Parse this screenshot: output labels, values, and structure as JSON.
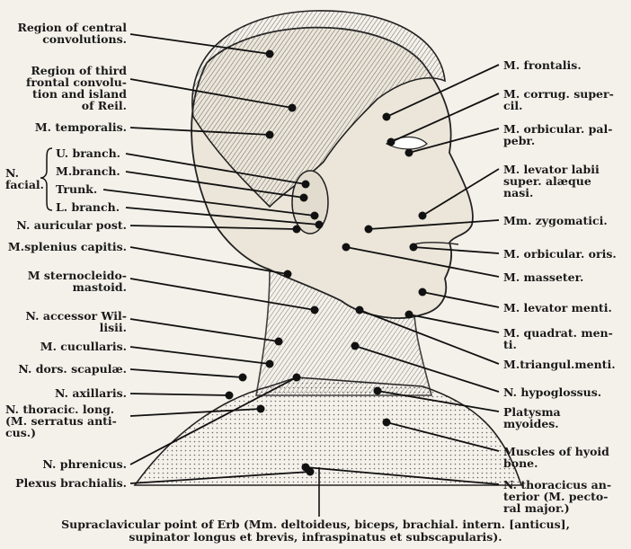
{
  "labels_left": [
    {
      "id": "central-convolutions",
      "text": "Region of central\nconvolutions."
    },
    {
      "id": "third-frontal",
      "text": "Region of third\nfrontal convolu-\ntion and island\nof Reil."
    },
    {
      "id": "temporalis",
      "text": "M. temporalis."
    },
    {
      "id": "facial-u-branch",
      "text": "U. branch."
    },
    {
      "id": "facial-m-branch",
      "text": "M.branch."
    },
    {
      "id": "facial-trunk",
      "text": "Trunk."
    },
    {
      "id": "facial-l-branch",
      "text": "L. branch."
    },
    {
      "id": "auricular-post",
      "text": "N. auricular post."
    },
    {
      "id": "splenius-capitis",
      "text": "M.splenius capitis."
    },
    {
      "id": "sternocleidomastoid",
      "text": "M sternocleido-\nmastoid."
    },
    {
      "id": "accessor-willisii",
      "text": "N. accessor Wil-\nlisii."
    },
    {
      "id": "cucullaris",
      "text": "M. cucullaris."
    },
    {
      "id": "dors-scapulae",
      "text": "N. dors. scapulæ."
    },
    {
      "id": "axillaris",
      "text": "N. axillaris."
    },
    {
      "id": "thoracic-long",
      "text": "N. thoracic. long.\n(M. serratus anti-\ncus.)"
    },
    {
      "id": "phrenicus",
      "text": "N. phrenicus."
    },
    {
      "id": "plexus-brachialis",
      "text": "Plexus brachialis."
    }
  ],
  "facial_group_label": "N.\nfacial.",
  "labels_right": [
    {
      "id": "frontalis",
      "text": "M. frontalis."
    },
    {
      "id": "corrug-supercil",
      "text": "M. corrug. super-\ncil."
    },
    {
      "id": "orbicular-palpebr",
      "text": "M. orbicular. pal-\npebr."
    },
    {
      "id": "levator-labii",
      "text": "M. levator labii\nsuper. alæque\nnasi."
    },
    {
      "id": "zygomatici",
      "text": "Mm. zygomatici."
    },
    {
      "id": "orbicular-oris",
      "text": "M. orbicular. oris."
    },
    {
      "id": "masseter",
      "text": "M. masseter."
    },
    {
      "id": "levator-menti",
      "text": "M. levator menti."
    },
    {
      "id": "quadrat-menti",
      "text": "M. quadrat. men-\nti."
    },
    {
      "id": "triangul-menti",
      "text": "M.triangul.menti."
    },
    {
      "id": "hypoglossus",
      "text": "N. hypoglossus."
    },
    {
      "id": "platysma",
      "text": "Platysma\nmyoides."
    },
    {
      "id": "hyoid-muscles",
      "text": "Muscles of hyoid\nbone."
    },
    {
      "id": "thoracicus-anterior",
      "text": "N. thoracicus an-\nterior (M. pecto-\nral major.)"
    }
  ],
  "caption": {
    "line1": "Supraclavicular point of Erb (Mm. deltoideus, biceps, brachial. intern. [anticus],",
    "line2": "supinator longus et brevis, infraspinatus et subscapularis)."
  }
}
